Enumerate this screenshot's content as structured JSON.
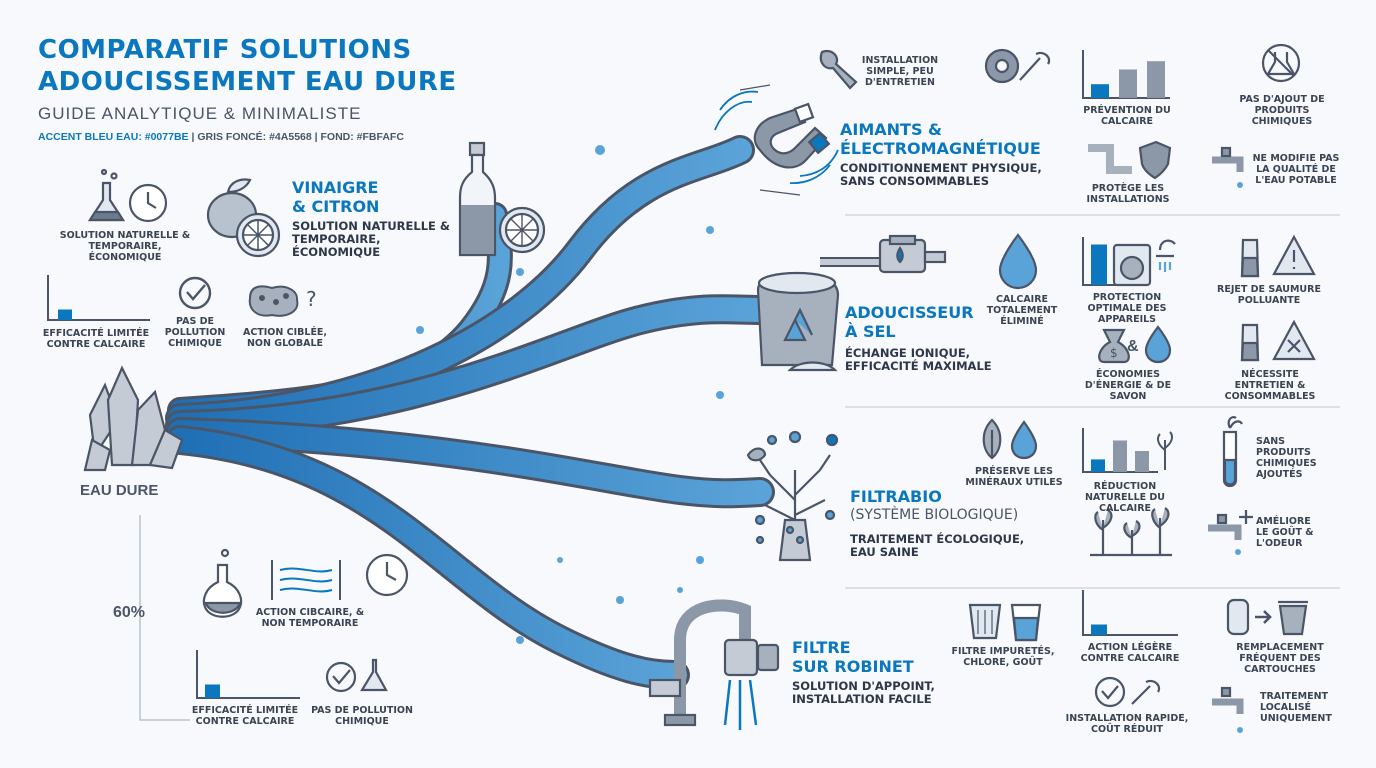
{
  "header": {
    "title_line1": "COMPARATIF SOLUTIONS",
    "title_line2": "ADOUCISSEMENT EAU DURE",
    "subtitle": "GUIDE ANALYTIQUE & MINIMALISTE",
    "accent_blue": "ACCENT BLEU EAU: #0077BE",
    "gris": "GRIS FONCÉ: #4A5568",
    "fond": "FOND: #FBFAFC",
    "separator": "|"
  },
  "colors": {
    "accent": "#0077BE",
    "dark_gray": "#4A5568",
    "background": "#FBFAFC"
  },
  "source": {
    "label": "EAU DURE",
    "icon": "crystal-icon"
  },
  "left_top": {
    "feat1": "SOLUTION NATURELLE & TEMPORAIRE, ÉCONOMIQUE",
    "feat2": "EFFICACITÉ LIMITÉE CONTRE CALCAIRE",
    "feat3": "PAS DE POLLUTION CHIMIQUE",
    "feat4": "ACTION CIBLÉE, NON GLOBALE",
    "bar_level": 0.25
  },
  "left_bottom": {
    "percent": "60%",
    "feat1": "ACTION CIBCAIRE, & NON TEMPORAIRE",
    "feat2": "EFFICACITÉ LIMITÉE CONTRE CALCAIRE",
    "feat3": "PAS DE POLLUTION CHIMIQUE",
    "bar_level": 0.3
  },
  "vinaigre": {
    "name1": "VINAIGRE",
    "name2": "& CITRON",
    "desc": "SOLUTION NATURELLE & TEMPORAIRE, ÉCONOMIQUE"
  },
  "aimants": {
    "name1": "AIMANTS &",
    "name2": "ÉLECTROMAGNÉTIQUE",
    "desc": "CONDITIONNEMENT PHYSIQUE, SANS CONSOMMABLES",
    "f1": "INSTALLATION SIMPLE, PEU D'ENTRETIEN",
    "f2": "PRÉVENTION DU CALCAIRE",
    "f3": "PAS D'AJOUT DE PRODUITS CHIMIQUES",
    "f4": "PROTÈGE LES INSTALLATIONS",
    "f5": "NE MODIFIE PAS LA QUALITÉ DE L'EAU POTABLE",
    "bars": [
      0.3,
      0.62,
      0.8
    ]
  },
  "adoucisseur": {
    "name1": "ADOUCISSEUR",
    "name2": "À SEL",
    "desc": "ÉCHANGE IONIQUE, EFFICACITÉ MAXIMALE",
    "f1": "CALCAIRE TOTALEMENT ÉLIMINÉ",
    "f2": "PROTECTION OPTIMALE DES APPAREILS",
    "f3": "REJET DE SAUMURE POLLUANTE",
    "f4": "ÉCONOMIES D'ÉNERGIE & DE SAVON",
    "f5": "NÉCESSITE ENTRETIEN & CONSOMMABLES",
    "amp": "&",
    "bar_level": 0.9
  },
  "filtrabio": {
    "name1": "FILTRABIO",
    "name2": "(SYSTÈME BIOLOGIQUE)",
    "desc": "TRAITEMENT ÉCOLOGIQUE, EAU SAINE",
    "f1": "PRÉSERVE LES MINÉRAUX UTILES",
    "f2": "RÉDUCTION NATURELLE DU CALCAIRE",
    "f3": "SANS PRODUITS CHIMIQUES AJOUTÉS",
    "f4": "AMÉLIORE LE GOÛT & L'ODEUR",
    "bars": [
      0.3,
      0.75,
      0.5
    ]
  },
  "robinet": {
    "name1": "FILTRE",
    "name2": "SUR ROBINET",
    "desc": "SOLUTION D'APPOINT, INSTALLATION FACILE",
    "f1": "FILTRE IMPURETÉS, CHLORE, GOÛT",
    "f2": "ACTION LÉGÈRE CONTRE CALCAIRE",
    "f3": "REMPLACEMENT FRÉQUENT DES CARTOUCHES",
    "f4": "INSTALLATION RAPIDE, COÛT RÉDUIT",
    "f5": "TRAITEMENT LOCALISÉ UNIQUEMENT",
    "bar_level": 0.25
  }
}
